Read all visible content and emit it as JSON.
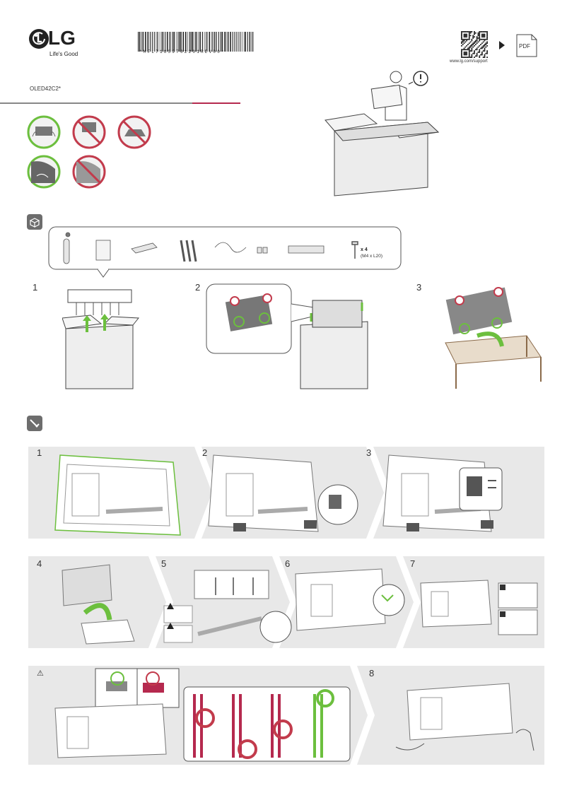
{
  "brand": {
    "logo_text": "LG",
    "tagline": "Life's Good"
  },
  "barcode": {
    "text": "*MFL71859702201REV00*"
  },
  "model": "OLED42C2*",
  "support": {
    "url": "www.lg.com/support",
    "pdf_label": "PDF"
  },
  "accessories": {
    "screw_count": "x 4",
    "screw_spec": "(M4 x L20)"
  },
  "unpack_steps": [
    "1",
    "2",
    "3"
  ],
  "assembly_steps": [
    "1",
    "2",
    "3",
    "4",
    "5",
    "6",
    "7",
    "8"
  ],
  "warning_symbol": "⚠",
  "colors": {
    "accent_red": "#b5294e",
    "ok_green": "#6cbf3e",
    "no_red": "#c23b4c",
    "panel_grey": "#e8e8e8",
    "icon_grey": "#6d6d6d"
  }
}
